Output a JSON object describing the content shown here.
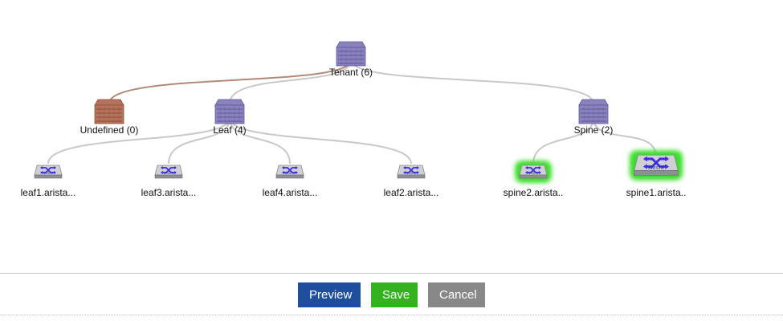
{
  "topology": {
    "nodes": [
      {
        "id": "tenant",
        "label": "Tenant (6)",
        "kind": "group",
        "color": "purple"
      },
      {
        "id": "undefined",
        "label": "Undefined (0)",
        "kind": "group",
        "color": "brown"
      },
      {
        "id": "leaf",
        "label": "Leaf (4)",
        "kind": "group",
        "color": "purple"
      },
      {
        "id": "spine",
        "label": "Spine (2)",
        "kind": "group",
        "color": "purple"
      },
      {
        "id": "leaf1",
        "label": "leaf1.arista...",
        "kind": "switch"
      },
      {
        "id": "leaf3",
        "label": "leaf3.arista...",
        "kind": "switch"
      },
      {
        "id": "leaf4",
        "label": "leaf4.arista...",
        "kind": "switch"
      },
      {
        "id": "leaf2",
        "label": "leaf2.arista...",
        "kind": "switch"
      },
      {
        "id": "spine2",
        "label": "spine2.arista..",
        "kind": "switch",
        "highlighted": true
      },
      {
        "id": "spine1",
        "label": "spine1.arista..",
        "kind": "switch",
        "highlighted": true,
        "large": true
      }
    ],
    "links": [
      {
        "from": "tenant",
        "to": "undefined",
        "color": "#b08a76"
      },
      {
        "from": "tenant",
        "to": "leaf",
        "color": "#c8c8c8"
      },
      {
        "from": "tenant",
        "to": "spine",
        "color": "#c8c8c8"
      },
      {
        "from": "leaf",
        "to": "leaf1",
        "color": "#c8c8c8"
      },
      {
        "from": "leaf",
        "to": "leaf3",
        "color": "#c8c8c8"
      },
      {
        "from": "leaf",
        "to": "leaf4",
        "color": "#c8c8c8"
      },
      {
        "from": "leaf",
        "to": "leaf2",
        "color": "#c8c8c8"
      },
      {
        "from": "spine",
        "to": "spine2",
        "color": "#c8c8c8"
      },
      {
        "from": "spine",
        "to": "spine1",
        "color": "#c8c8c8"
      }
    ],
    "switch_brand": "ARISTA",
    "colors": {
      "purple": "#8a82bd",
      "purple_dark": "#5f5896",
      "brown": "#b5735c",
      "brown_dark": "#8a4f3a",
      "highlight": "#3ddc2e",
      "switch_icon": "#3a2fe0"
    }
  },
  "buttons": {
    "preview": "Preview",
    "save": "Save",
    "cancel": "Cancel"
  }
}
